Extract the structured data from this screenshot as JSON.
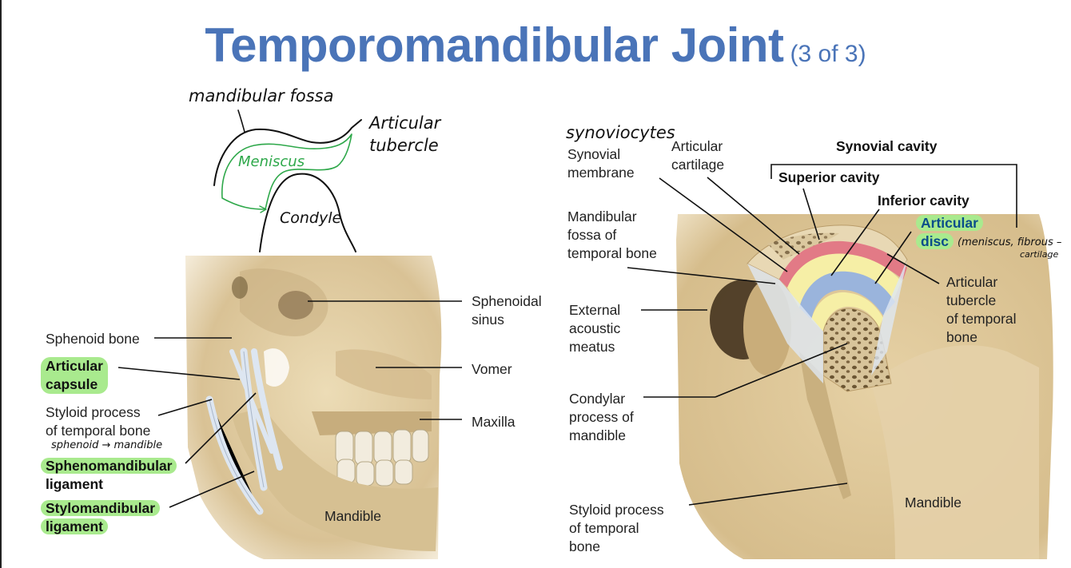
{
  "title": {
    "main": "Temporomandibular Joint",
    "sub": "(3 of 3)"
  },
  "sketch": {
    "mandibular_fossa": "mandibular fossa",
    "articular_tubercle": "Articular\ntubercle",
    "meniscus": "Meniscus",
    "condyle": "Condyle"
  },
  "left_figure": {
    "sphenoidal_sinus": "Sphenoidal\nsinus",
    "vomer": "Vomer",
    "maxilla": "Maxilla",
    "mandible": "Mandible",
    "sphenoid_bone": "Sphenoid bone",
    "articular_capsule": "Articular\ncapsule",
    "styloid_process": "Styloid process\nof temporal bone",
    "note_sphenoid_mandible": "sphenoid → mandible",
    "sphenomandibular_ligament_line1": "Sphenomandibular",
    "sphenomandibular_ligament_line2": "ligament",
    "stylomandibular_ligament_line1": "Stylomandibular",
    "stylomandibular_ligament_line2": "ligament"
  },
  "right_figure": {
    "note_synoviocytes": "synoviocytes",
    "synovial_membrane": "Synovial\nmembrane",
    "articular_cartilage": "Articular\ncartilage",
    "synovial_cavity": "Synovial cavity",
    "superior_cavity": "Superior cavity",
    "inferior_cavity": "Inferior cavity",
    "articular_disc_line1": "Articular",
    "articular_disc_line2": "disc",
    "note_meniscus": "(meniscus, fibrous –",
    "note_cartilage": "cartilage",
    "mandibular_fossa": "Mandibular\nfossa of\ntemporal bone",
    "articular_tubercle": "Articular\ntubercle\nof temporal\nbone",
    "external_acoustic_meatus": "External\nacoustic\nmeatus",
    "condylar_process": "Condylar\nprocess of\nmandible",
    "styloid_process": "Styloid process\nof temporal\nbone",
    "mandible": "Mandible"
  },
  "colors": {
    "title": "#4a74b8",
    "highlight": "#a9ea8e",
    "bone": "#e3cfa4",
    "ligament": "#dfe7f2",
    "cavity_yellow": "#f6efa6",
    "disc_blue": "#9ab4dc",
    "membrane_red": "#d9566a",
    "ink_green": "#2ea84a"
  }
}
